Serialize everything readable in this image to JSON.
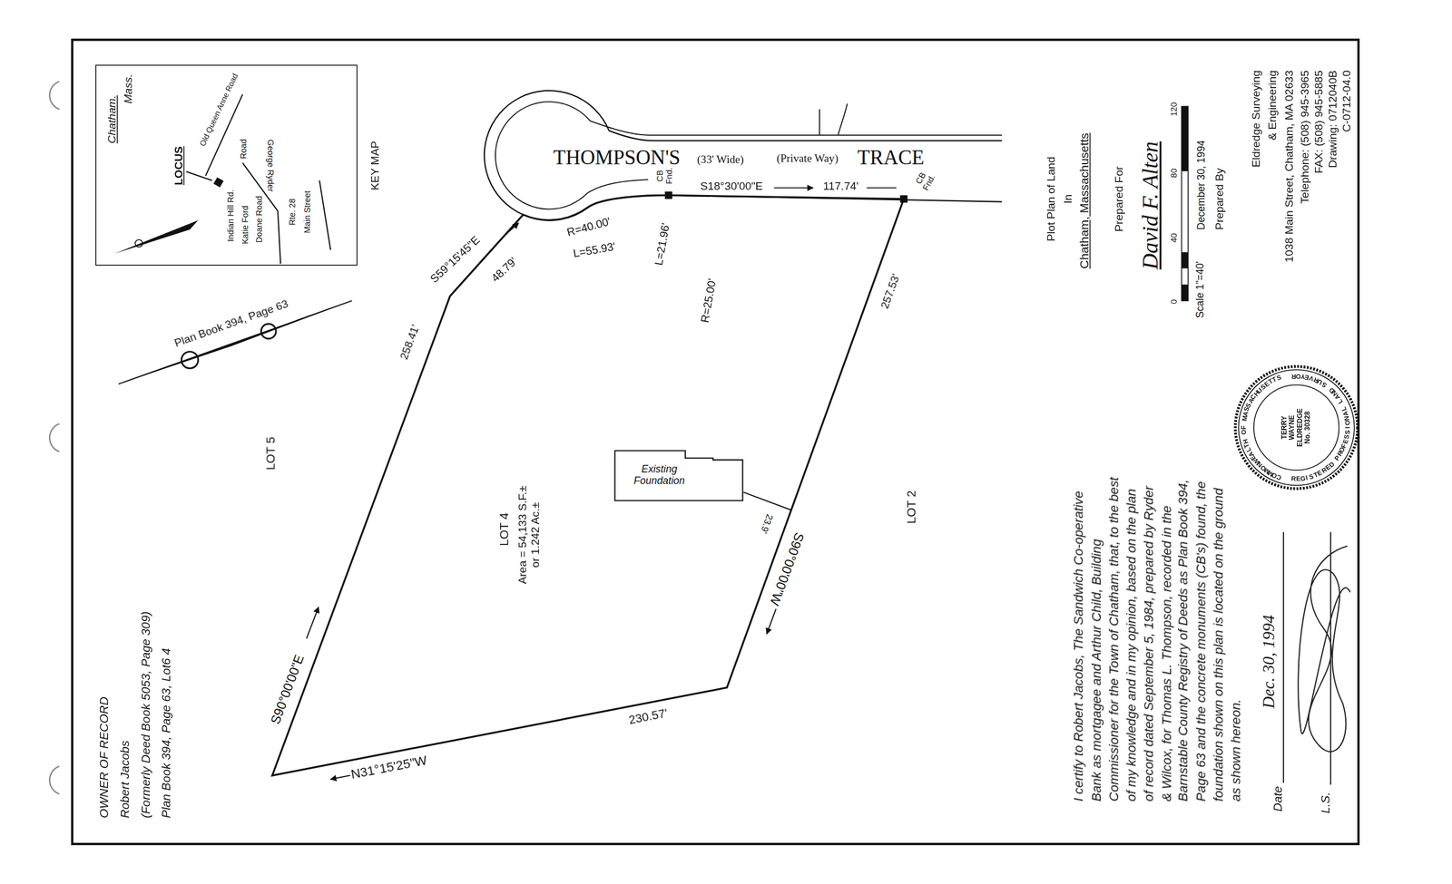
{
  "diagram": {
    "nodes": [
      {
        "text": [
          "KEY MAP",
          "Chatham.",
          "Mass.",
          "LOCUS",
          "Old Queen Anne Road",
          "Road",
          "George Ryder",
          "Indian Hill Rd.",
          "Katie Ford",
          "Doane Road",
          "Rte. 28",
          "Main Street"
        ]
      },
      {
        "text": [
          "LOT 4",
          "Area = 54,133 S.F.± or 1.242 Ac.±"
        ]
      },
      {
        "text": [
          "Existing Foundation"
        ],
        "in": 1
      },
      {
        "text": [
          "COMMONWEALTH OF MASSACHUSETTS",
          "TERRY WAYNE ELDREDGE No. 30328",
          "REGISTERED PROFESSIONAL LAND SURVEYOR"
        ]
      }
    ],
    "labels": [
      "Plan Book 394, Page 63",
      "THOMPSON'S",
      "(33' Wide)",
      "(Private Way)",
      "TRACE",
      "CB Fnd.",
      "CB Fnd.",
      "S18°30'00\"E",
      "117.74'",
      "R=40.00'",
      "L=55.93'",
      "R=25.00'",
      "L=21.96'",
      "S59°15'45\"E",
      "48.79'",
      "258.41'",
      "257.53'",
      "S90°00'00\"E",
      "S90°00'00\"W",
      "23.9'",
      "N31°15'25\"W",
      "230.57'",
      "LOT 5",
      "LOT 2",
      "OWNER OF RECORD",
      "Robert Jacobs",
      "(Formerly Deed Book 5053, Page 309)",
      "Plan Book 394, Page 63, Lot6 4",
      "I certify to Robert Jacobs, The Sandwich Co-operative Bank as mortgagee and Arthur Child, Building Commissioner for the Town of Chatham, that, to the best of my knowledge and in my opinion, based on the plan of record dated September 5, 1984, prepared by Ryder & Wilcox, for Thomas L. Thompson, recorded in the Barnstable County Registry of Deeds as Plan Book 394, Page 63 and the concrete monuments (CB's) found, the foundation shown on this plan is located on the ground as shown hereon.",
      "Date",
      "Dec. 30, 1994",
      "L.S.",
      "Plot Plan of Land",
      "In",
      "Chatham, Massachusetts",
      "Prepared For",
      "David F. Alten",
      "0",
      "40",
      "80",
      "120",
      "Scale 1\"=40'",
      "December 30, 1994",
      "Prepared By",
      "Eldredge Surveying",
      "& Engineering",
      "1038 Main Street, Chatham, MA 02633",
      "Telephone: (508) 945-3965",
      "FAX: (508) 945-5885",
      "Drawing: 0712040B",
      "C-0712-04.0"
    ]
  }
}
